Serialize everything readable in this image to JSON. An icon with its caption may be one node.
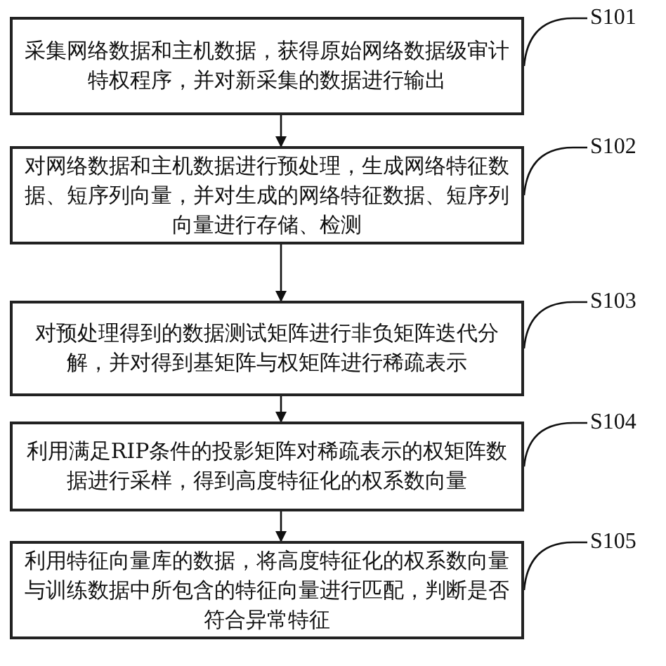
{
  "diagram": {
    "nodes": [
      {
        "text": [
          "采集网络数据和主机数据，获得原始网络数据级审计特权程序，并对新采集的数据进行输出"
        ]
      },
      {
        "text": [
          "对网络数据和主机数据进行预处理，生成网络特征数据、短序列向量，并对生成的网络特征数据、短序列向量进行存储、检测"
        ]
      },
      {
        "text": [
          "对预处理得到的数据测试矩阵进行非负矩阵迭代分解，并对得到基矩阵与权矩阵进行稀疏表示"
        ]
      },
      {
        "text": [
          "利用满足RIP条件的投影矩阵对稀疏表示的权矩阵数据进行采样，得到高度特征化的权系数向量"
        ]
      },
      {
        "text": [
          "利用特征向量库的数据，将高度特征化的权系数向量与训练数据中所包含的特征向量进行匹配，判断是否符合异常特征"
        ]
      },
      {
        "text": [
          "S101"
        ]
      },
      {
        "text": [
          "S102"
        ]
      },
      {
        "text": [
          "S103"
        ]
      },
      {
        "text": [
          "S104"
        ]
      },
      {
        "text": [
          "S105"
        ]
      }
    ],
    "edges": [
      {
        "from": 0,
        "to": 1,
        "arrow": "to"
      },
      {
        "from": 1,
        "to": 2,
        "arrow": "to"
      },
      {
        "from": 2,
        "to": 3,
        "arrow": "to"
      },
      {
        "from": 3,
        "to": 4,
        "arrow": "to"
      },
      {
        "from": 5,
        "to": 0,
        "arrow": "none"
      },
      {
        "from": 6,
        "to": 1,
        "arrow": "none"
      },
      {
        "from": 7,
        "to": 2,
        "arrow": "none"
      },
      {
        "from": 8,
        "to": 3,
        "arrow": "none"
      },
      {
        "from": 9,
        "to": 4,
        "arrow": "none"
      }
    ]
  }
}
